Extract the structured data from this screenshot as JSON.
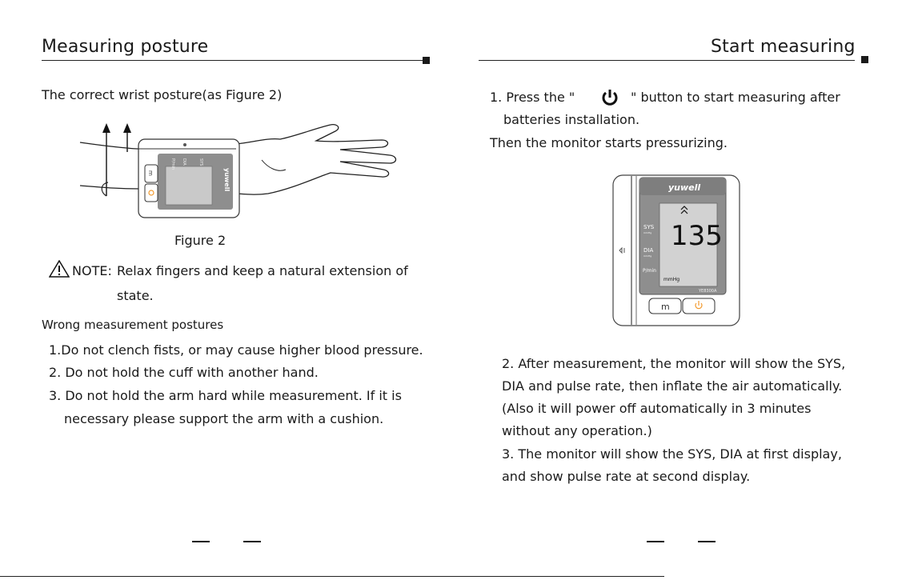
{
  "left": {
    "heading": "Measuring posture",
    "intro": "The correct wrist posture(as Figure 2)",
    "figure_caption": "Figure 2",
    "figure": {
      "brand": "yuwell",
      "btn_m": "m",
      "label_sys": "SYS",
      "label_dia": "DIA",
      "label_pulse": "P/min"
    },
    "note_label": "NOTE:",
    "note_line1": "Relax fingers and keep a natural extension of",
    "note_line2": "state.",
    "wrong_heading": "Wrong measurement postures",
    "wrong_items": [
      "1.Do not clench fists, or may cause higher blood pressure.",
      "2. Do not hold the cuff with another hand.",
      "3.  Do  not  hold  the  arm  hard  while  measurement.  If  it  is",
      "necessary please support the arm with a cushion."
    ]
  },
  "right": {
    "heading": "Start measuring",
    "step1_before": "1.  Press  the  \"",
    "step1_after": "\"  button  to  start  measuring  after",
    "step1_line2": "batteries installation.",
    "step1_line3": "Then the monitor starts pressurizing.",
    "device": {
      "brand": "yuwell",
      "reading": "135",
      "label_sys": "SYS",
      "label_dia": "DIA",
      "label_pulse": "P/min",
      "unit_small": "mmHg",
      "unit": "mmHg",
      "model": "YE8300A",
      "btn_m": "m"
    },
    "step2_lines": [
      "2. After measurement, the monitor will show the SYS,",
      "DIA and pulse rate, then inflate the air automatically.",
      "(Also  it  will  power  off  automatically  in  3  minutes",
      "without any operation.)",
      "3. The monitor will show the SYS, DIA at first display,",
      "and show pulse rate  at second display."
    ]
  },
  "colors": {
    "accent_orange": "#f29a2e",
    "panel_gray": "#8e8e8e",
    "lcd_gray": "#c9c9c9"
  }
}
